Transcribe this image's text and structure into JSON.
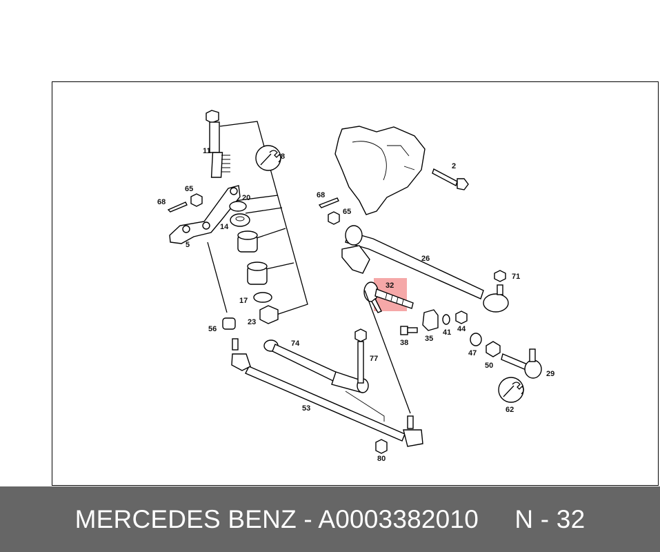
{
  "diagram": {
    "highlight_color": "#f28b8b",
    "highlighted_part": "32",
    "part_labels": {
      "p2": "2",
      "p5": "5",
      "p8": "8",
      "p11": "11",
      "p14": "14",
      "p17": "17",
      "p20": "20",
      "p23": "23",
      "p26": "26",
      "p29": "29",
      "p32": "32",
      "p35": "35",
      "p38": "38",
      "p41": "41",
      "p44": "44",
      "p47": "47",
      "p50": "50",
      "p53": "53",
      "p56": "56",
      "p62": "62",
      "p65a": "65",
      "p65b": "65",
      "p68a": "68",
      "p68b": "68",
      "p71": "71",
      "p74": "74",
      "p77": "77",
      "p80": "80"
    }
  },
  "footer": {
    "text": "MERCEDES BENZ - A0003382010     N - 32",
    "background": "#666666"
  }
}
